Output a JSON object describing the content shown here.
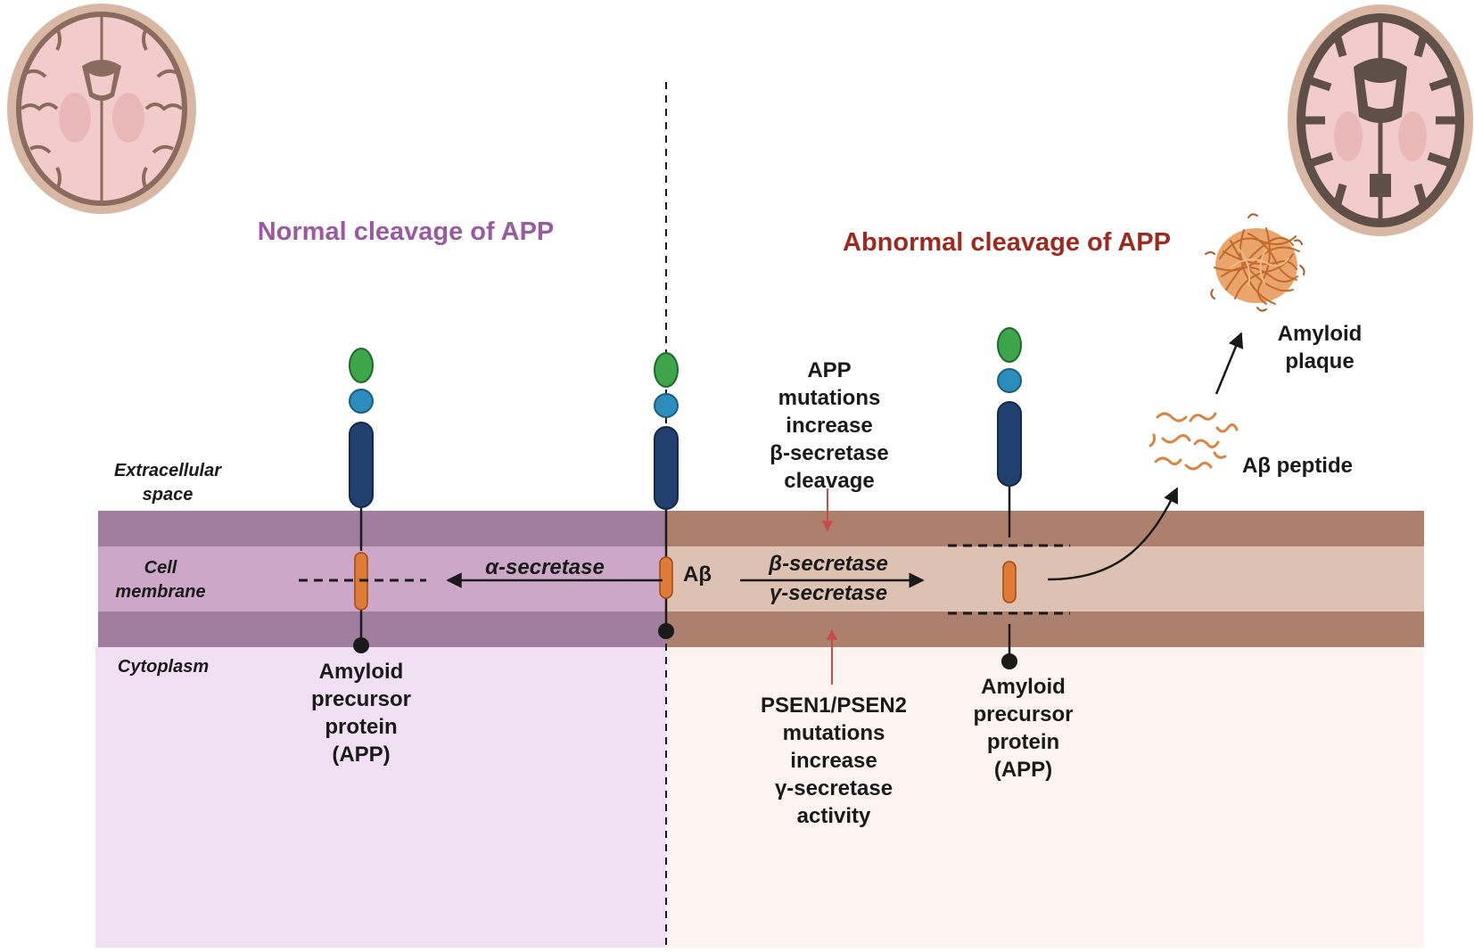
{
  "titles": {
    "normal": "Normal cleavage of APP",
    "abnormal": "Abnormal cleavage of APP"
  },
  "regions": {
    "extracellular": "Extracellular space",
    "membrane": "Cell membrane",
    "cytoplasm": "Cytoplasm"
  },
  "normal_side": {
    "enzyme": "α-secretase",
    "protein_label": "Amyloid\nprecursor\nprotein\n(APP)"
  },
  "center": {
    "abeta_label": "Aβ"
  },
  "abnormal_side": {
    "enzyme_beta": "β-secretase",
    "enzyme_gamma": "γ-secretase",
    "app_mutation_note": "APP\nmutations\nincrease\nβ-secretase\ncleavage",
    "psen_mutation_note": "PSEN1/PSEN2\nmutations\nincrease\nγ-secretase\nactivity",
    "protein_label": "Amyloid\nprecursor\nprotein\n(APP)",
    "peptide_label": "Aβ peptide",
    "plaque_label": "Amyloid\nplaque"
  },
  "colors": {
    "normal_title": "#9a5aa2",
    "abnormal_title": "#9c2a1f",
    "normal_membrane_outer": "#a07e9f",
    "normal_membrane_inner": "#cda7c8",
    "normal_cytoplasm": "#f1dff4",
    "abnormal_membrane_outer": "#ad806e",
    "abnormal_membrane_inner": "#ddc1b3",
    "abnormal_cytoplasm": "#fdf3f0",
    "domain_green": "#3ea54a",
    "domain_teal": "#2c8dbd",
    "domain_navy": "#22406f",
    "abeta_orange": "#e07b36",
    "mutation_arrow": "#c54a4a",
    "brain_tissue": "#f2cccc",
    "brain_rim": "#d8b8a4",
    "plaque_fibrils": "#d98440"
  }
}
